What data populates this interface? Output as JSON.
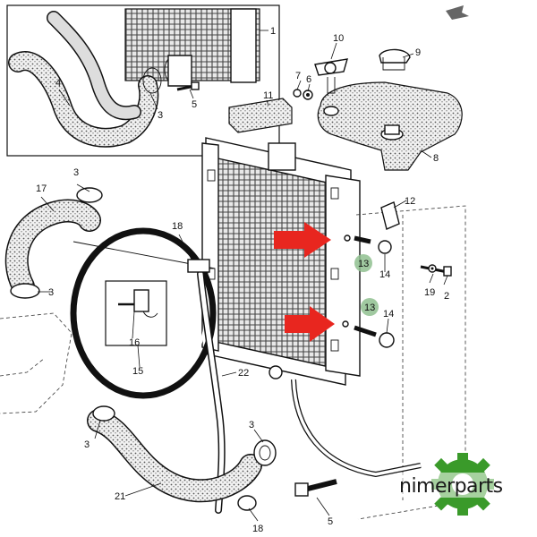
{
  "diagram": {
    "callouts": [
      {
        "id": "c1",
        "label": "1"
      },
      {
        "id": "c2",
        "label": "2"
      },
      {
        "id": "c3a",
        "label": "3"
      },
      {
        "id": "c3b",
        "label": "3"
      },
      {
        "id": "c3c",
        "label": "3"
      },
      {
        "id": "c3d",
        "label": "3"
      },
      {
        "id": "c3e",
        "label": "3"
      },
      {
        "id": "c4",
        "label": "4"
      },
      {
        "id": "c5a",
        "label": "5"
      },
      {
        "id": "c5b",
        "label": "5"
      },
      {
        "id": "c6",
        "label": "6"
      },
      {
        "id": "c7",
        "label": "7"
      },
      {
        "id": "c8",
        "label": "8"
      },
      {
        "id": "c9",
        "label": "9"
      },
      {
        "id": "c10",
        "label": "10"
      },
      {
        "id": "c11",
        "label": "11"
      },
      {
        "id": "c12",
        "label": "12"
      },
      {
        "id": "c13a",
        "label": "13"
      },
      {
        "id": "c13b",
        "label": "13"
      },
      {
        "id": "c14a",
        "label": "14"
      },
      {
        "id": "c14b",
        "label": "14"
      },
      {
        "id": "c15",
        "label": "15"
      },
      {
        "id": "c16",
        "label": "16"
      },
      {
        "id": "c17",
        "label": "17"
      },
      {
        "id": "c18a",
        "label": "18"
      },
      {
        "id": "c18b",
        "label": "18"
      },
      {
        "id": "c19",
        "label": "19"
      },
      {
        "id": "c21",
        "label": "21"
      },
      {
        "id": "c22",
        "label": "22"
      }
    ],
    "highlight_colors": {
      "arrow": "#e8261f",
      "marker": "#8fbf8f",
      "brand_gear": "#3a9a2a"
    },
    "icons": [
      "share-arrow-icon",
      "gear-logo-icon",
      "red-arrow-icon"
    ]
  },
  "brand": {
    "name": "nimerparts"
  }
}
